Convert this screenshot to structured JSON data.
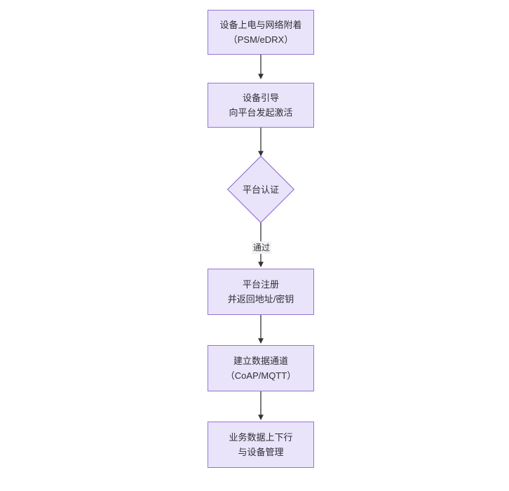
{
  "diagram": {
    "type": "flowchart",
    "orientation": "top-to-bottom",
    "background_color": "#ffffff",
    "node_fill_color": "#e9e4f9",
    "node_border_color": "#9673d3",
    "text_color": "#2f2f38",
    "edge_color": "#333333",
    "nodes": [
      {
        "id": "n1",
        "shape": "rectangle",
        "lines": [
          "设备上电与网络附着",
          "（PSM/eDRX）"
        ]
      },
      {
        "id": "n2",
        "shape": "rectangle",
        "lines": [
          "设备引导",
          "向平台发起激活"
        ]
      },
      {
        "id": "n3",
        "shape": "diamond",
        "lines": [
          "平台认证"
        ]
      },
      {
        "id": "n4",
        "shape": "rectangle",
        "lines": [
          "平台注册",
          "并返回地址/密钥"
        ]
      },
      {
        "id": "n5",
        "shape": "rectangle",
        "lines": [
          "建立数据通道",
          "（CoAP/MQTT）"
        ]
      },
      {
        "id": "n6",
        "shape": "rectangle",
        "lines": [
          "业务数据上下行",
          "与设备管理"
        ]
      }
    ],
    "edges": [
      {
        "id": "e1",
        "from": "n1",
        "to": "n2",
        "label": ""
      },
      {
        "id": "e2",
        "from": "n2",
        "to": "n3",
        "label": ""
      },
      {
        "id": "e3",
        "from": "n3",
        "to": "n4",
        "label": "通过"
      },
      {
        "id": "e4",
        "from": "n4",
        "to": "n5",
        "label": ""
      },
      {
        "id": "e5",
        "from": "n5",
        "to": "n6",
        "label": ""
      }
    ]
  }
}
